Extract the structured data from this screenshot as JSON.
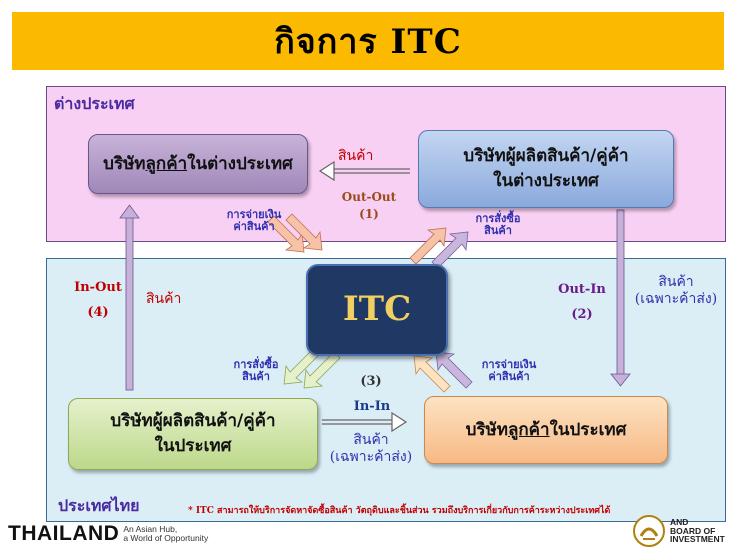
{
  "title": "กิจการ ITC",
  "regions": {
    "abroad_label": "ต่างประเทศ",
    "thai_label": "ประเทศไทย"
  },
  "boxes": {
    "customer_abroad": {
      "pre": "บริษัท",
      "underlined": "ลูกค้า",
      "post": "ในต่างประเทศ"
    },
    "producer_abroad": {
      "line1": "บริษัทผู้ผลิตสินค้า/คู่ค้า",
      "line2": "ในต่างประเทศ"
    },
    "itc": "ITC",
    "producer_thai": {
      "line1": "บริษัทผู้ผลิตสินค้า/คู่ค้า",
      "line2": "ในประเทศ"
    },
    "customer_thai": {
      "pre": "บริษัท",
      "underlined": "ลูกค้า",
      "post": "ในประเทศ"
    }
  },
  "flows": {
    "out_out": {
      "goods": "สินค้า",
      "name": "Out-Out",
      "num": "(1)"
    },
    "out_in": {
      "name": "Out-In",
      "num": "(2)",
      "goods": "สินค้า",
      "note": "(เฉพาะค้าส่ง)"
    },
    "in_in": {
      "num": "(3)",
      "name": "In-In",
      "goods": "สินค้า",
      "note": "(เฉพาะค้าส่ง)"
    },
    "in_out": {
      "name": "In-Out",
      "num": "(4)",
      "goods": "สินค้า"
    }
  },
  "small_labels": {
    "payment_top_line1": "การจ่ายเงิน",
    "payment_top_line2": "ค่าสินค้า",
    "order_top_line1": "การสั่งซื้อ",
    "order_top_line2": "สินค้า",
    "order_bottom_line1": "การสั่งซื้อ",
    "order_bottom_line2": "สินค้า",
    "payment_bottom_line1": "การจ่ายเงิน",
    "payment_bottom_line2": "ค่าสินค้า"
  },
  "footnote": "* ITC สามารถให้บริการจัดหาจัดซื้อสินค้า วัตถุดิบและชิ้นส่วน รวมถึงบริการเกี่ยวกับการค้าระหว่างประเทศได้",
  "branding": {
    "thailand": "THAILAND",
    "tagline_line1": "An Asian Hub,",
    "tagline_line2": "a World of Opportunity",
    "boi_line1": "AND",
    "boi_line2": "BOARD OF",
    "boi_line3": "INVESTMENT"
  },
  "colors": {
    "title_bar": "#fbb900",
    "abroad_region": "#f8d0f4",
    "thai_region": "#dbeef6",
    "itc_box": "#1f3864",
    "itc_text": "#f0d060"
  }
}
